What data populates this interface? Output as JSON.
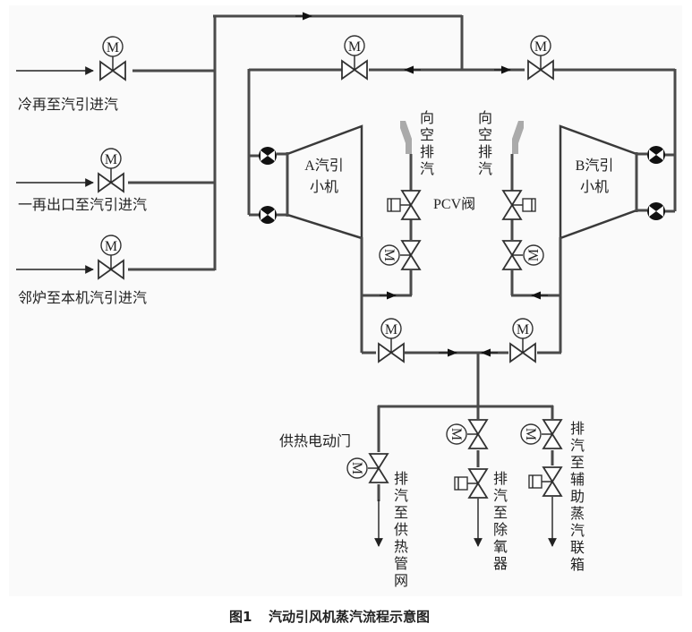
{
  "diagram": {
    "inlets": [
      {
        "label": "冷再至汽引进汽"
      },
      {
        "label": "一再出口至汽引进汽"
      },
      {
        "label": "邻炉至本机汽引进汽"
      }
    ],
    "turbines": {
      "a": {
        "line1": "A汽引",
        "line2": "小机"
      },
      "b": {
        "line1": "B汽引",
        "line2": "小机"
      }
    },
    "vents": {
      "a": [
        "向",
        "空",
        "排",
        "汽"
      ],
      "b": [
        "向",
        "空",
        "排",
        "汽"
      ]
    },
    "pcv_label": "PCV阀",
    "motor_letter": "M",
    "heat_valve_label": "供热电动门",
    "outlets": {
      "heat_network": [
        "排",
        "汽",
        "至",
        "供",
        "热",
        "管",
        "网"
      ],
      "deaerator": [
        "排",
        "汽",
        "至",
        "除",
        "氧",
        "器"
      ],
      "aux_header": [
        "排",
        "汽",
        "至",
        "辅",
        "助",
        "蒸",
        "汽",
        "联",
        "箱"
      ]
    },
    "caption": {
      "number": "图1",
      "title": "汽动引风机蒸汽流程示意图"
    }
  }
}
